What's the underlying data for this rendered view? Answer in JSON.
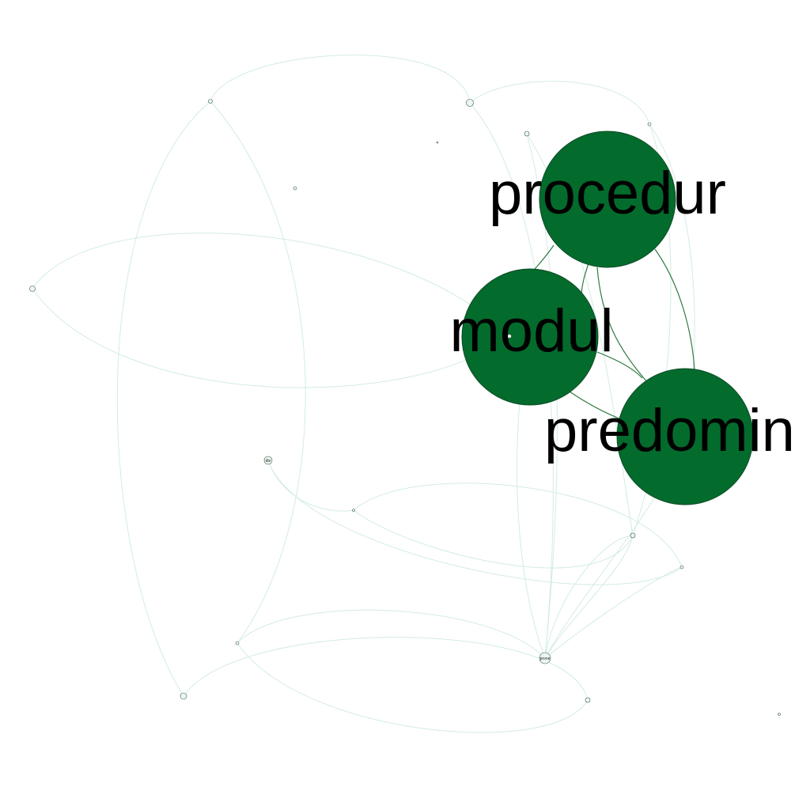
{
  "colors": {
    "major_node_fill": "#036b2c",
    "edge_strong": "#2f7a45",
    "edge_light": "#d3ece2",
    "background": "#ffffff"
  },
  "nodes": {
    "procedur": {
      "label": "procedur"
    },
    "modul": {
      "label": "modul"
    },
    "predomin": {
      "label": "predomin"
    },
    "dle": {
      "label": "dle"
    },
    "prone": {
      "label": "prone"
    }
  }
}
